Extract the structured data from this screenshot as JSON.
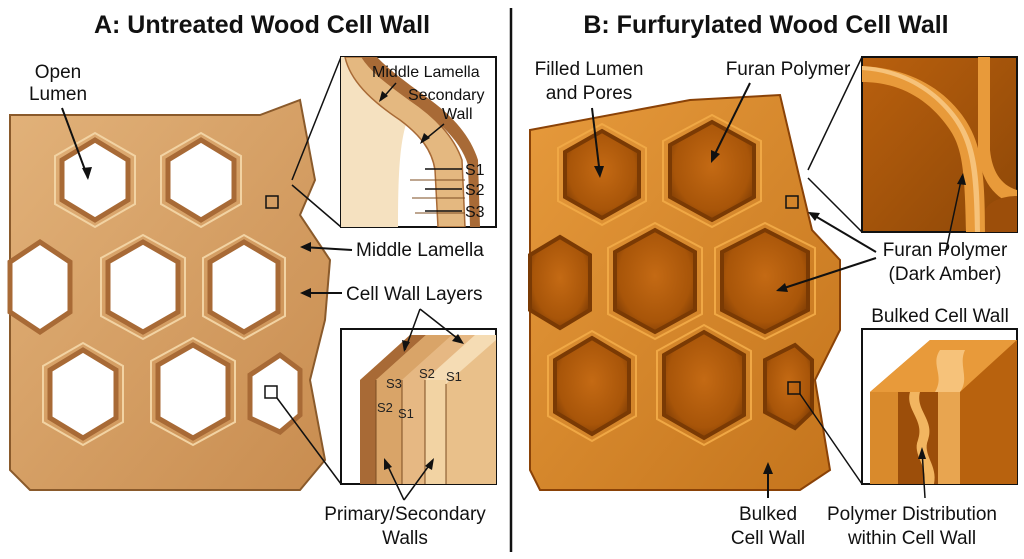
{
  "panel_a": {
    "title": "A: Untreated Wood Cell Wall",
    "open_lumen_1": "Open",
    "open_lumen_2": "Lumen",
    "inset_middle_lamella": "Middle Lamella",
    "inset_secondary_1": "Secondary",
    "inset_secondary_2": "Wall",
    "inset_s1": "S1",
    "inset_s2": "S2",
    "inset_s3": "S3",
    "middle_lamella": "Middle Lamella",
    "cell_wall_layers": "Cell Wall Layers",
    "block_s3": "S3",
    "block_s2_top": "S2",
    "block_s1_top": "S1",
    "block_s2_face": "S2",
    "block_s1_face": "S1",
    "primary_secondary_1": "Primary/Secondary",
    "primary_secondary_2": "Walls"
  },
  "panel_b": {
    "title": "B: Furfurylated Wood Cell Wall",
    "filled_lumen_1": "Filled Lumen",
    "filled_lumen_2": "and Pores",
    "furan_polymer": "Furan Polymer",
    "furan_polymer_dark_1": "Furan Polymer",
    "furan_polymer_dark_2": "(Dark Amber)",
    "bulked_cell_wall_top": "Bulked Cell Wall",
    "bulked_cell_wall_1": "Bulked",
    "bulked_cell_wall_2": "Cell Wall",
    "polymer_distribution_1": "Polymer Distribution",
    "polymer_distribution_2": "within Cell Wall"
  },
  "colors": {
    "untreated_wall": "#d9a468",
    "untreated_highlight": "#f2d3a3",
    "untreated_lamella": "#a86a36",
    "treated_wall": "#d98a2c",
    "treated_lumen": "#b8620e",
    "treated_dark": "#8a4207"
  }
}
